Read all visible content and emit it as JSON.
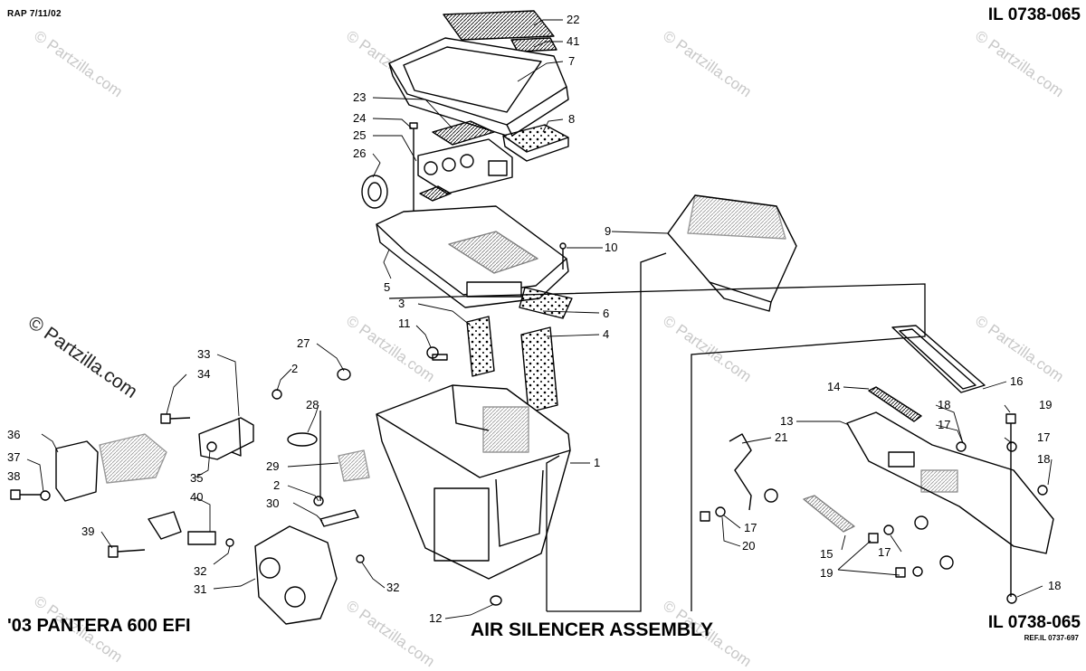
{
  "header": {
    "date": "RAP 7/11/02",
    "illustration_top": "IL 0738-065"
  },
  "footer": {
    "model": "'03 PANTERA 600 EFI",
    "assembly_title": "AIR SILENCER ASSEMBLY",
    "illustration_bottom": "IL 0738-065",
    "reference": "REF.IL 0737-697"
  },
  "watermark": {
    "main": "© Partzilla.com",
    "repeat": "© Partzilla.com"
  },
  "callouts": [
    "22",
    "41",
    "7",
    "8",
    "23",
    "24",
    "25",
    "26",
    "9",
    "10",
    "5",
    "6",
    "3",
    "4",
    "11",
    "27",
    "2",
    "33",
    "34",
    "28",
    "29",
    "36",
    "37",
    "38",
    "35",
    "2",
    "30",
    "40",
    "39",
    "32",
    "31",
    "32",
    "12",
    "1",
    "14",
    "13",
    "21",
    "18",
    "17",
    "16",
    "19",
    "17",
    "18",
    "15",
    "17",
    "20",
    "17",
    "19",
    "18"
  ]
}
